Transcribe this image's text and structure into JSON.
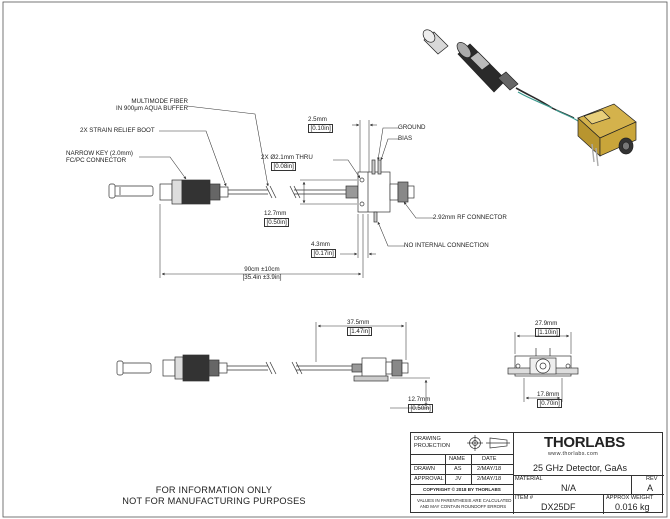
{
  "labels": {
    "fiber": [
      "MULTIMODE FIBER",
      "IN 900μm AQUA BUFFER"
    ],
    "boot": "2X STRAIN RELIEF BOOT",
    "key": [
      "NARROW KEY (2.0mm)",
      "FC/PC CONNECTOR"
    ],
    "thru": [
      "2X",
      "Ø2.1mm THRU",
      "[0.08in]"
    ],
    "ground": "GROUND",
    "bias": "BIAS",
    "rf": "2.92mm RF CONNECTOR",
    "nic": "NO INTERNAL CONNECTION"
  },
  "dims": {
    "d1": [
      "2.5mm",
      "[0.10in]"
    ],
    "d2": [
      "12.7mm",
      "[0.50in]"
    ],
    "d3": [
      "4.3mm",
      "[0.17in]"
    ],
    "d4": [
      "90cm ±10cm",
      "[35.4in ±3.9in]"
    ],
    "d5": [
      "37.5mm",
      "[1.47in]"
    ],
    "d6": [
      "12.7mm",
      "[0.50in]"
    ],
    "d7": [
      "27.9mm",
      "[1.10in]"
    ],
    "d8": [
      "17.8mm",
      "[0.70in]"
    ]
  },
  "disclaimer": [
    "FOR INFORMATION ONLY",
    "NOT FOR MANUFACTURING PURPOSES"
  ],
  "title_block": {
    "projection_label": [
      "DRAWING",
      "PROJECTION"
    ],
    "logo": "THORLABS",
    "url": "www.thorlabs.com",
    "name_header": "NAME",
    "date_header": "DATE",
    "drawn_label": "DRAWN",
    "drawn_name": "AS",
    "drawn_date": "2/MAY/18",
    "approval_label": "APPROVAL",
    "approval_name": "JV",
    "approval_date": "2/MAY/18",
    "copyright": "COPYRIGHT © 2018 BY THORLABS",
    "note": [
      "VALUES IN PARENTHESIS ARE CALCULATED",
      "AND MAY CONTAIN ROUNDOFF ERRORS"
    ],
    "description": "25 GHz Detector, GaAs",
    "material_label": "MATERIAL",
    "material_value": "N/A",
    "rev_label": "REV",
    "rev_value": "A",
    "item_label": "ITEM #",
    "item_value": "DX25DF",
    "weight_label": "APPROX WEIGHT",
    "weight_value": "0.016 kg"
  }
}
